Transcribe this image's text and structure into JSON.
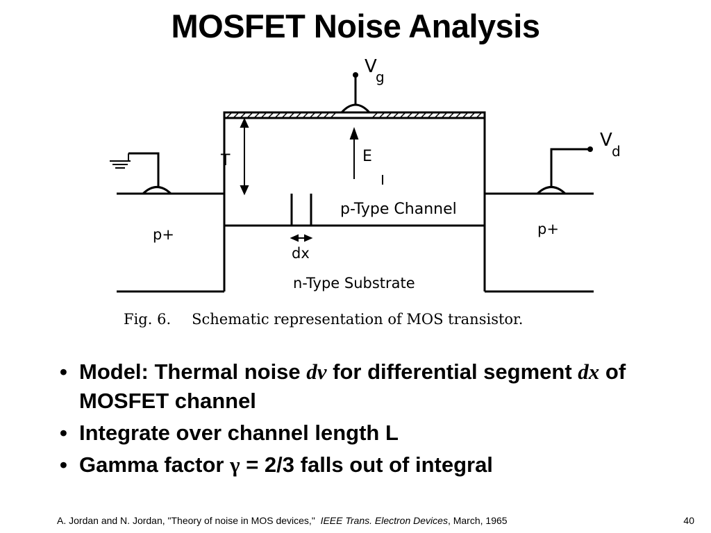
{
  "slide": {
    "title": "MOSFET Noise Analysis",
    "page_number": "40"
  },
  "figure": {
    "labels": {
      "gate": "V",
      "gate_sub": "g",
      "drain": "V",
      "drain_sub": "d",
      "thickness": "T",
      "field": "E",
      "channel": "p-Type Channel",
      "segment": "dx",
      "substrate": "n-Type Substrate",
      "source_region": "p+",
      "drain_region": "p+"
    },
    "caption_label": "Fig. 6.",
    "caption_text": "Schematic representation of MOS transistor."
  },
  "bullets": [
    {
      "pre": "Model: Thermal noise ",
      "math1": "dv",
      "mid": " for differential segment ",
      "math2": "dx",
      "post": " of MOSFET channel"
    },
    {
      "text": "Integrate over channel length L"
    },
    {
      "pre": "Gamma factor ",
      "greek": "γ",
      "post": " = 2/3 falls out of integral"
    }
  ],
  "footnote": {
    "authors": "A. Jordan and N. Jordan, \"Theory of noise in MOS devices,\"",
    "journal": "IEEE Trans. Electron Devices",
    "date": ", March, 1965"
  }
}
